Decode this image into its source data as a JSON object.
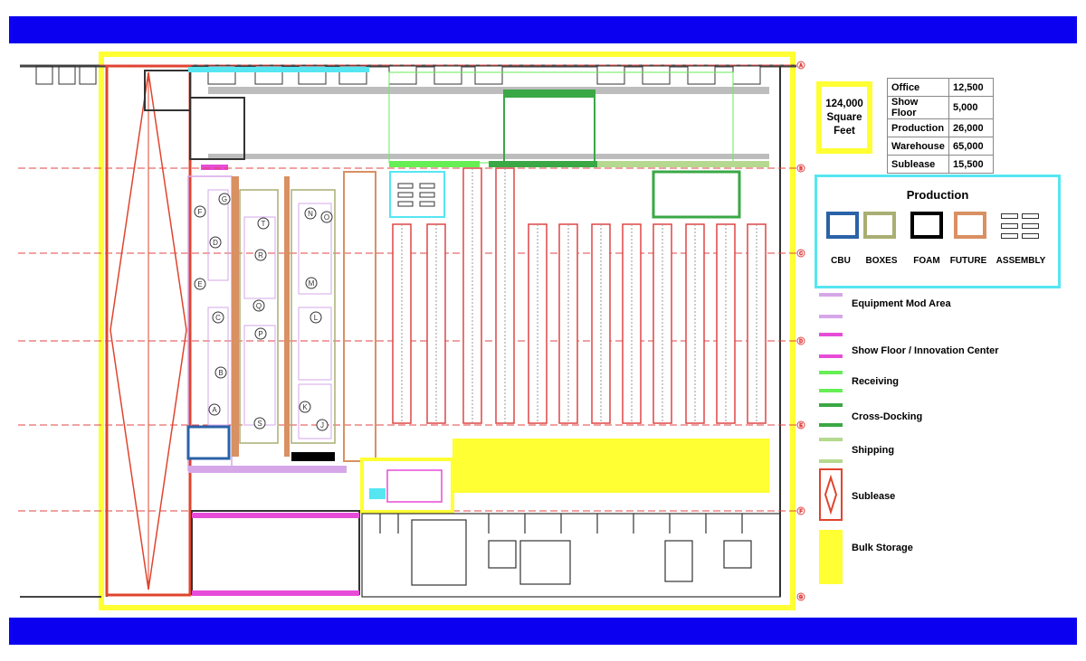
{
  "summary": {
    "total_label": "124,000\nSquare\nFeet",
    "rows": [
      {
        "name": "Office",
        "value": "12,500"
      },
      {
        "name": "Show Floor",
        "value": "5,000"
      },
      {
        "name": "Production",
        "value": "26,000"
      },
      {
        "name": "Warehouse",
        "value": "65,000"
      },
      {
        "name": "Sublease",
        "value": "15,500"
      }
    ]
  },
  "production_legend": {
    "title": "Production",
    "items": [
      {
        "label": "CBU",
        "color": "#2a62a8",
        "icon": "blue-frame"
      },
      {
        "label": "BOXES",
        "color": "#a9ae72",
        "icon": "olive-frame"
      },
      {
        "label": "FOAM",
        "color": "#000000",
        "icon": "black-frame"
      },
      {
        "label": "FUTURE",
        "color": "#d99062",
        "icon": "orange-frame"
      },
      {
        "label": "ASSEMBLY",
        "icon": "assembly-tables"
      }
    ]
  },
  "area_legend": [
    {
      "label": "Equipment Mod Area",
      "color": "#d6a7e8",
      "icon": "lavender-frame"
    },
    {
      "label": "Show Floor / Innovation Center",
      "color": "#e74cd8",
      "icon": "magenta-frame"
    },
    {
      "label": "Receiving",
      "color": "#66ee55",
      "icon": "green-frame"
    },
    {
      "label": "Cross-Docking",
      "color": "#3aa845",
      "icon": "dark-green-frame"
    },
    {
      "label": "Shipping",
      "color": "#b5d98e",
      "icon": "light-green-frame"
    },
    {
      "label": "Sublease",
      "color": "#e0442e",
      "icon": "red-diamond-frame"
    },
    {
      "label": "Bulk Storage",
      "color": "#ffff33",
      "icon": "yellow-block"
    }
  ],
  "grid_labels": [
    "A",
    "B",
    "C",
    "D",
    "E",
    "F",
    "G"
  ],
  "equipment_labels": [
    "A",
    "B",
    "C",
    "D",
    "E",
    "F",
    "G",
    "J",
    "K",
    "L",
    "M",
    "N",
    "O",
    "P",
    "Q",
    "R",
    "S",
    "T"
  ],
  "colors": {
    "band": "#0c00f0",
    "building_outline": "#ffff33",
    "rack": "#e04545"
  }
}
